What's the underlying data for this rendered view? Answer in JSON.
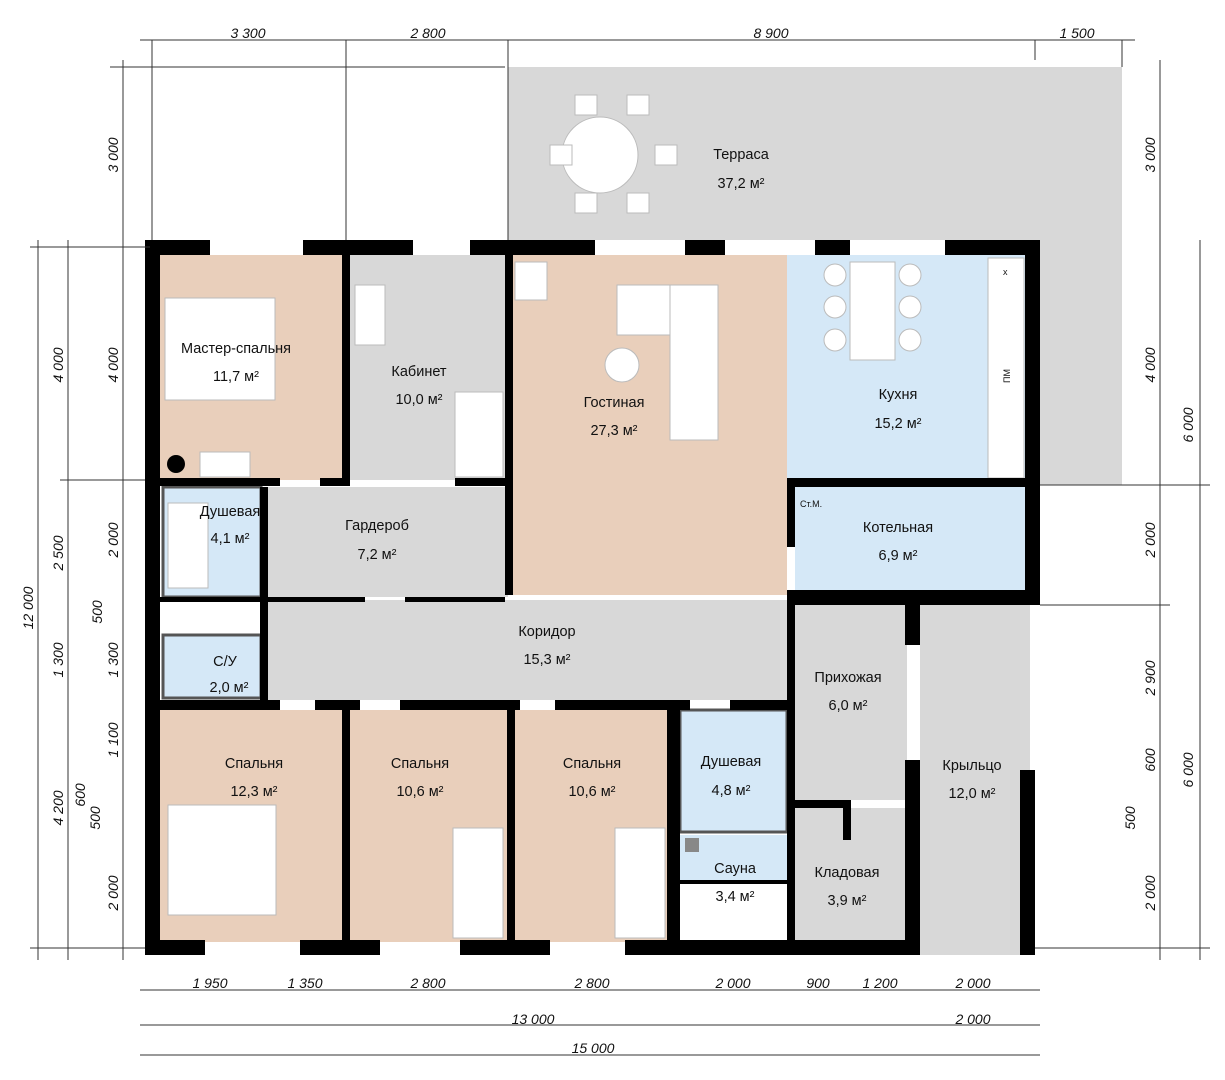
{
  "rooms": {
    "terrace": {
      "name": "Терраса",
      "area": "37,2 м²"
    },
    "master_bedroom": {
      "name": "Мастер-спальня",
      "area": "11,7 м²"
    },
    "study": {
      "name": "Кабинет",
      "area": "10,0 м²"
    },
    "living": {
      "name": "Гостиная",
      "area": "27,3 м²"
    },
    "kitchen": {
      "name": "Кухня",
      "area": "15,2 м²"
    },
    "shower1": {
      "name": "Душевая",
      "area": "4,1 м²"
    },
    "wardrobe": {
      "name": "Гардероб",
      "area": "7,2 м²"
    },
    "boiler": {
      "name": "Котельная",
      "area": "6,9 м²"
    },
    "corridor": {
      "name": "Коридор",
      "area": "15,3 м²"
    },
    "wc": {
      "name": "С/У",
      "area": "2,0 м²"
    },
    "hall": {
      "name": "Прихожая",
      "area": "6,0 м²"
    },
    "bedroom1": {
      "name": "Спальня",
      "area": "12,3 м²"
    },
    "bedroom2": {
      "name": "Спальня",
      "area": "10,6 м²"
    },
    "bedroom3": {
      "name": "Спальня",
      "area": "10,6 м²"
    },
    "shower2": {
      "name": "Душевая",
      "area": "4,8 м²"
    },
    "porch": {
      "name": "Крыльцо",
      "area": "12,0 м²"
    },
    "sauna": {
      "name": "Сауна",
      "area": "3,4 м²"
    },
    "storage": {
      "name": "Кладовая",
      "area": "3,9 м²"
    }
  },
  "appliance_labels": {
    "washer": "Ст.М.",
    "dishwasher": "ПМ",
    "hob": "x"
  },
  "dims": {
    "top": [
      "3 300",
      "2 800",
      "8 900",
      "1 500"
    ],
    "bottom1": [
      "1 950",
      "1 350",
      "2 800",
      "2 800",
      "2 000",
      "900",
      "1 200",
      "2 000"
    ],
    "bottom2": [
      "13 000",
      "2 000"
    ],
    "bottom3": [
      "15 000"
    ],
    "left_outer": [
      "12 000"
    ],
    "left_mid": [
      "4 000",
      "2 500",
      "1 300",
      "4 200"
    ],
    "left_inner": [
      "3 000",
      "4 000",
      "2 000",
      "500",
      "1 300",
      "1 100",
      "600",
      "500",
      "2 000"
    ],
    "right_inner": [
      "3 000",
      "4 000",
      "2 000",
      "2 900",
      "600",
      "500",
      "2 000"
    ],
    "right_outer": [
      "6 000",
      "6 000"
    ]
  },
  "colors": {
    "beige": "#e9cfbb",
    "gray": "#d8d8d8",
    "blue": "#d5e8f7",
    "wall": "#000000"
  }
}
